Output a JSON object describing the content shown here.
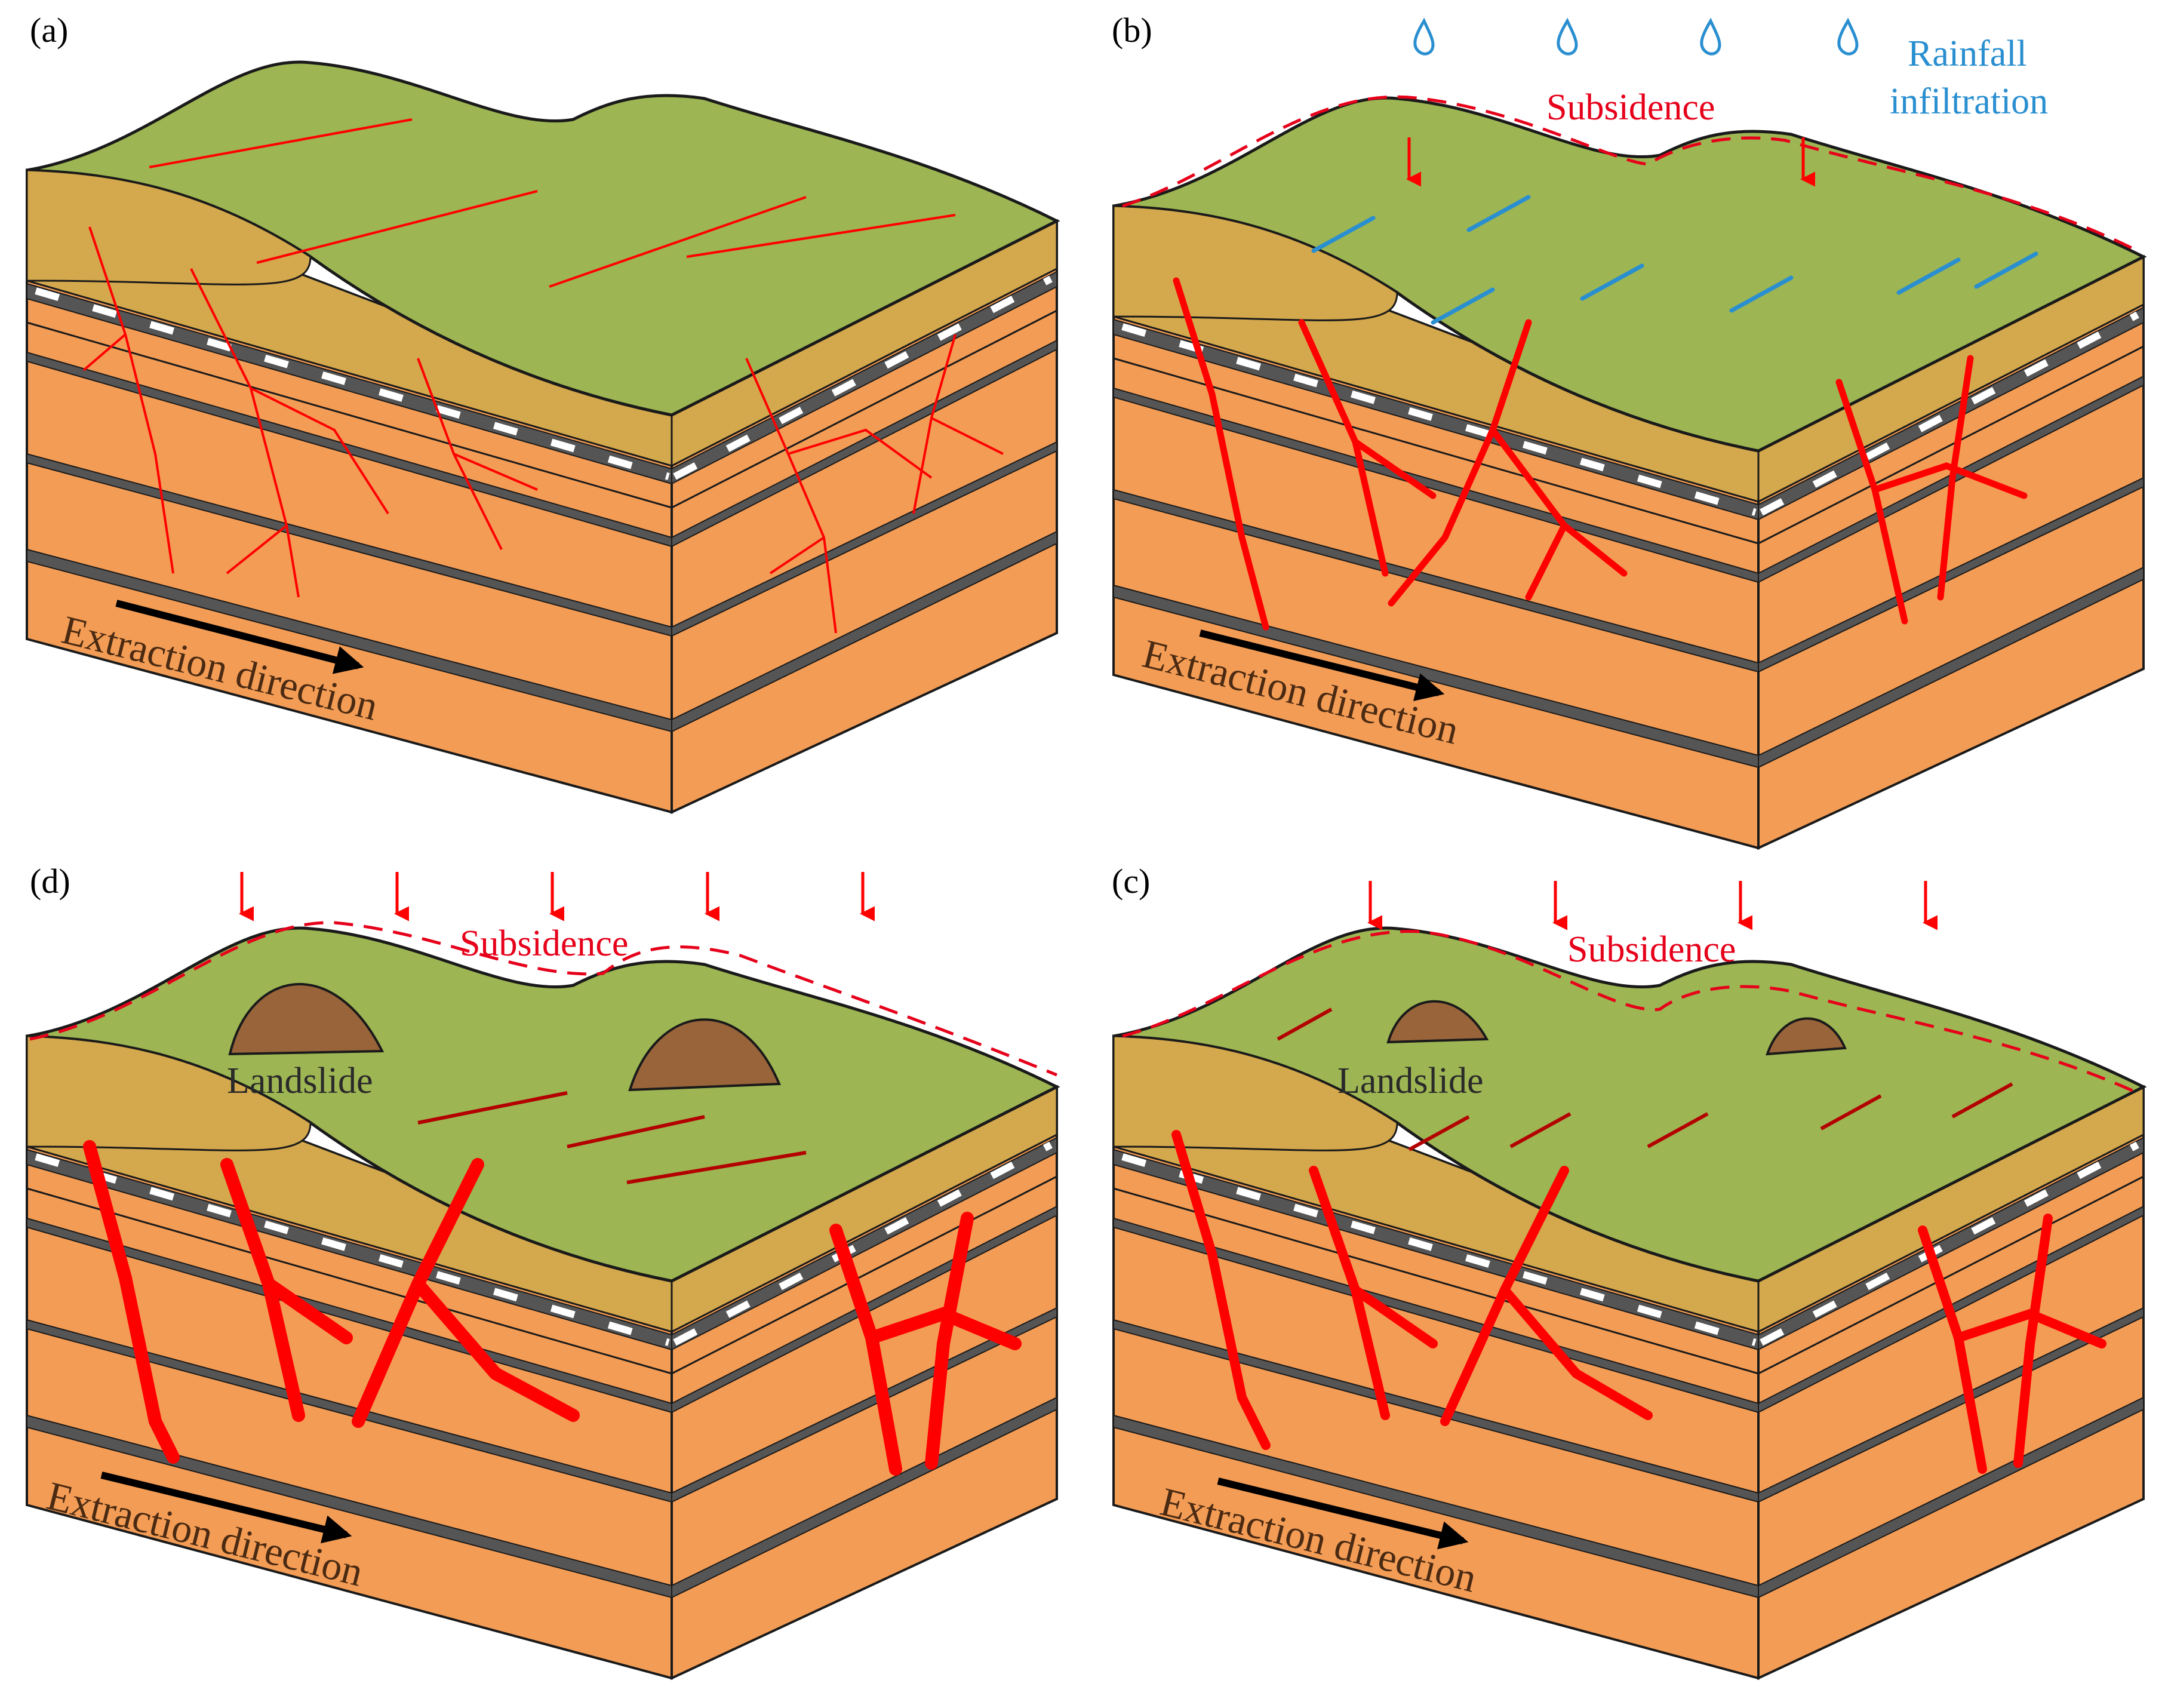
{
  "panels": [
    {
      "id": "a",
      "label": "(a)",
      "extraction_label": "Extraction direction",
      "subsidence_label": "",
      "rainfall_label": [],
      "landslide_label": "",
      "crack_style": "thin",
      "surface_cracks": "red",
      "subsidence_arrows": 0,
      "landslides": 0,
      "raindrops": 0
    },
    {
      "id": "b",
      "label": "(b)",
      "extraction_label": "Extraction direction",
      "subsidence_label": "Subsidence",
      "rainfall_label": [
        "Rainfall",
        "infiltration"
      ],
      "landslide_label": "",
      "crack_style": "medium",
      "surface_cracks": "blue",
      "subsidence_arrows": 2,
      "landslides": 0,
      "raindrops": 4
    },
    {
      "id": "d",
      "label": "(d)",
      "extraction_label": "Extraction direction",
      "subsidence_label": "Subsidence",
      "rainfall_label": [],
      "landslide_label": "Landslide",
      "crack_style": "thick",
      "surface_cracks": "darkred",
      "subsidence_arrows": 5,
      "landslides": 2,
      "raindrops": 0
    },
    {
      "id": "c",
      "label": "(c)",
      "extraction_label": "Extraction direction",
      "subsidence_label": "Subsidence",
      "rainfall_label": [],
      "landslide_label": "Landslide",
      "crack_style": "medium-thick",
      "surface_cracks": "darkred",
      "subsidence_arrows": 4,
      "landslides": 2,
      "raindrops": 0
    }
  ],
  "colors": {
    "surface": "#9db552",
    "loess": "#d4a84c",
    "rock": "#f39c55",
    "coal": "#555555",
    "crack": "#ff0000",
    "subsidence": "#e6001a",
    "rain": "#2a8fd0",
    "landslide": "#99643a",
    "outline": "#1a1a1a"
  }
}
